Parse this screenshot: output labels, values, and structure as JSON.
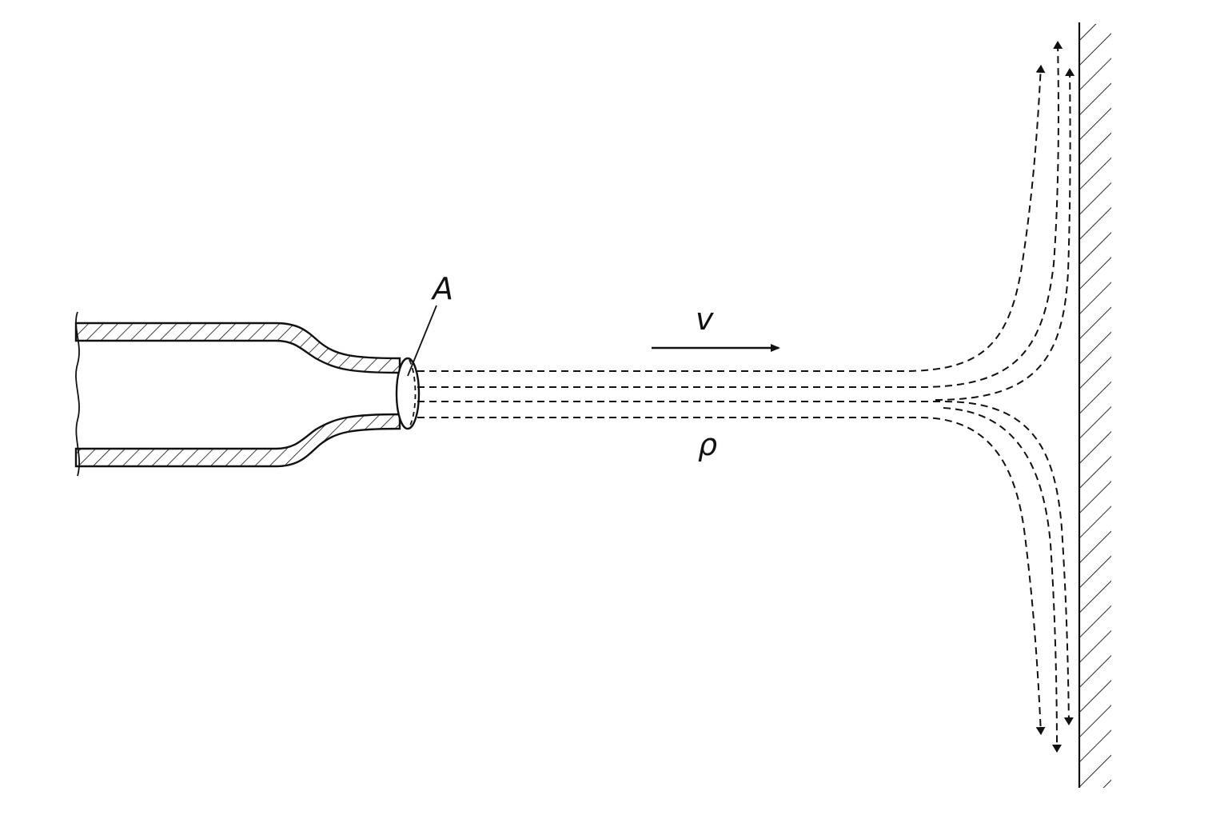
{
  "labels": {
    "area": "A",
    "velocity": "v",
    "density": "ρ"
  },
  "colors": {
    "ink": "#111111",
    "background": "#ffffff"
  }
}
